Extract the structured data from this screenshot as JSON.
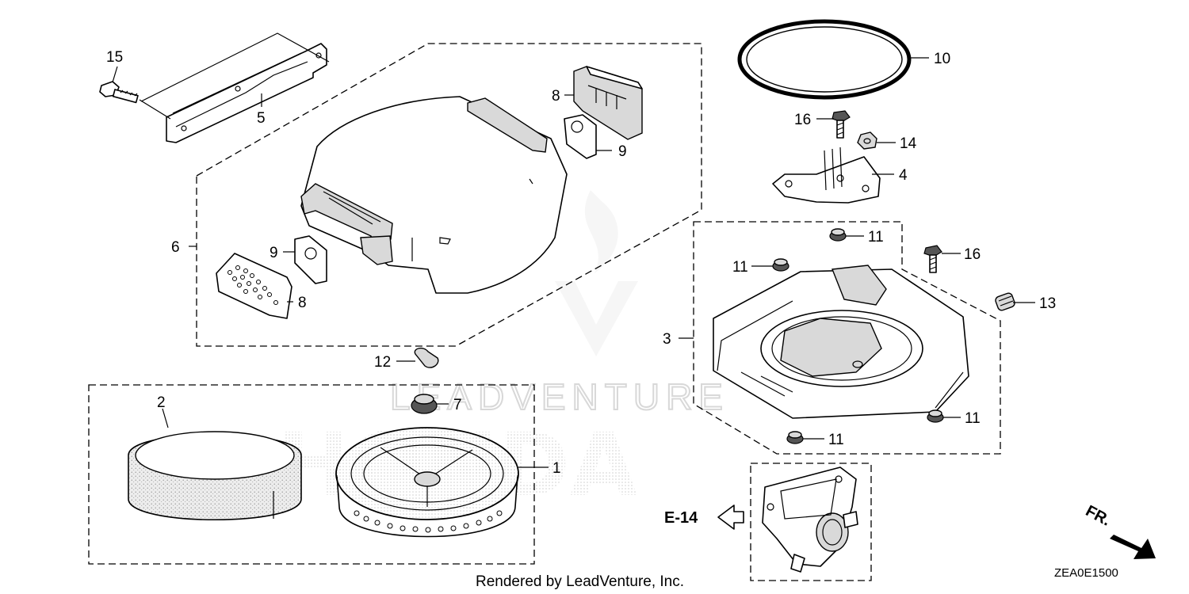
{
  "diagram": {
    "callouts": {
      "c15": "15",
      "c5": "5",
      "c6": "6",
      "c8a": "8",
      "c9a": "9",
      "c9b": "9",
      "c8b": "8",
      "c10": "10",
      "c16a": "16",
      "c14": "14",
      "c4": "4",
      "c11a": "11",
      "c11b": "11",
      "c16b": "16",
      "c13": "13",
      "c3": "3",
      "c11c": "11",
      "c11d": "11",
      "c12": "12",
      "c7": "7",
      "c2": "2",
      "c1": "1"
    },
    "reference": "E-14",
    "direction": "FR.",
    "diagram_code": "ZEA0E1500",
    "footer": "Rendered by LeadVenture, Inc.",
    "watermark": {
      "brand": "LEADVENTURE",
      "logo": "HONDA"
    }
  }
}
